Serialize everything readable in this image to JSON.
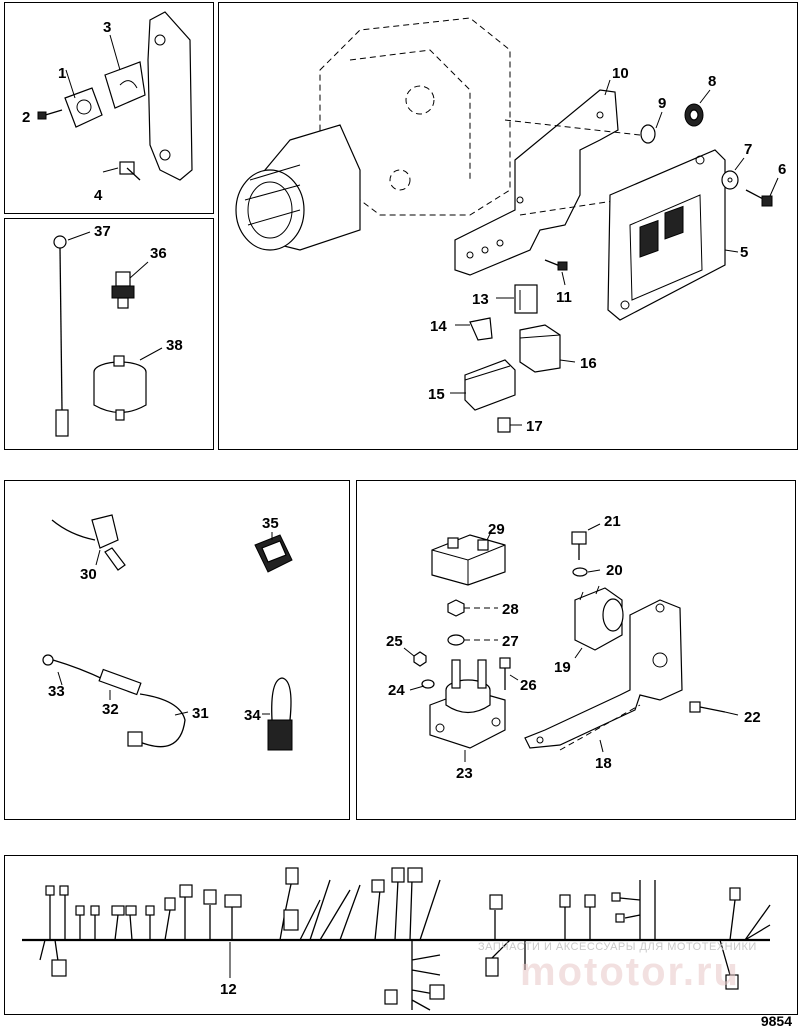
{
  "figure_number": "9854",
  "watermark": {
    "line1": "ЗАПЧАСТИ И АКСЕССУАРЫ ДЛЯ МОТОТЕХНИКИ",
    "line2": "mototor.ru"
  },
  "callouts": {
    "c1": "1",
    "c2": "2",
    "c3": "3",
    "c4": "4",
    "c5": "5",
    "c6": "6",
    "c7": "7",
    "c8": "8",
    "c9": "9",
    "c10": "10",
    "c11": "11",
    "c12": "12",
    "c13": "13",
    "c14": "14",
    "c15": "15",
    "c16": "16",
    "c17": "17",
    "c18": "18",
    "c19": "19",
    "c20": "20",
    "c21": "21",
    "c22": "22",
    "c23": "23",
    "c24": "24",
    "c25": "25",
    "c26": "26",
    "c27": "27",
    "c28": "28",
    "c29": "29",
    "c30": "30",
    "c31": "31",
    "c32": "32",
    "c33": "33",
    "c34": "34",
    "c35": "35",
    "c36": "36",
    "c37": "37",
    "c38": "38"
  }
}
